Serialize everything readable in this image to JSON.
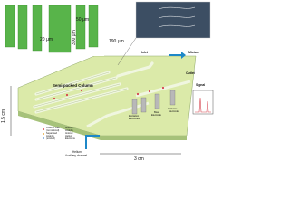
{
  "column_label": "Semi-packed Column",
  "inlet": "Inlet",
  "mixture": "Mixture",
  "outlet": "Outlet",
  "signal": "Signal",
  "helium_channel": [
    "Helium",
    "Auxiliary channel"
  ],
  "electrodes": {
    "excitation": [
      "Excitation",
      "Electrodes"
    ],
    "bias": [
      "Bias",
      "Electrode"
    ],
    "collector": [
      "Collector",
      "Electrode"
    ]
  },
  "legend": {
    "uniform_gas": [
      "Uniform Gas",
      "(not ionized)"
    ],
    "separated_ions": [
      "Separated",
      "Analyte",
      "(ionized)"
    ],
    "ionized_analyte": [
      "Ionized",
      "Analyte"
    ],
    "ionized_helium": [
      "Ionized",
      "Helium"
    ],
    "electrons": "Electrons"
  },
  "pillar_dims": {
    "d50": "50 μm",
    "d20": "20 μm",
    "h300": "300 μm",
    "d190": "190 μm"
  },
  "dimensions": {
    "height": "1.5 cm",
    "width": "3 cm"
  },
  "colors": {
    "chip_body": "#c9df9f",
    "chip_top": "#dbeaa9",
    "channel": "#f0f6e0",
    "pillar": "#58b44a",
    "inset_bg": "#3c4e63",
    "electrode": "#b8b8b8",
    "arrow": "#1e88c8",
    "ion_dot": "#d6434f"
  }
}
